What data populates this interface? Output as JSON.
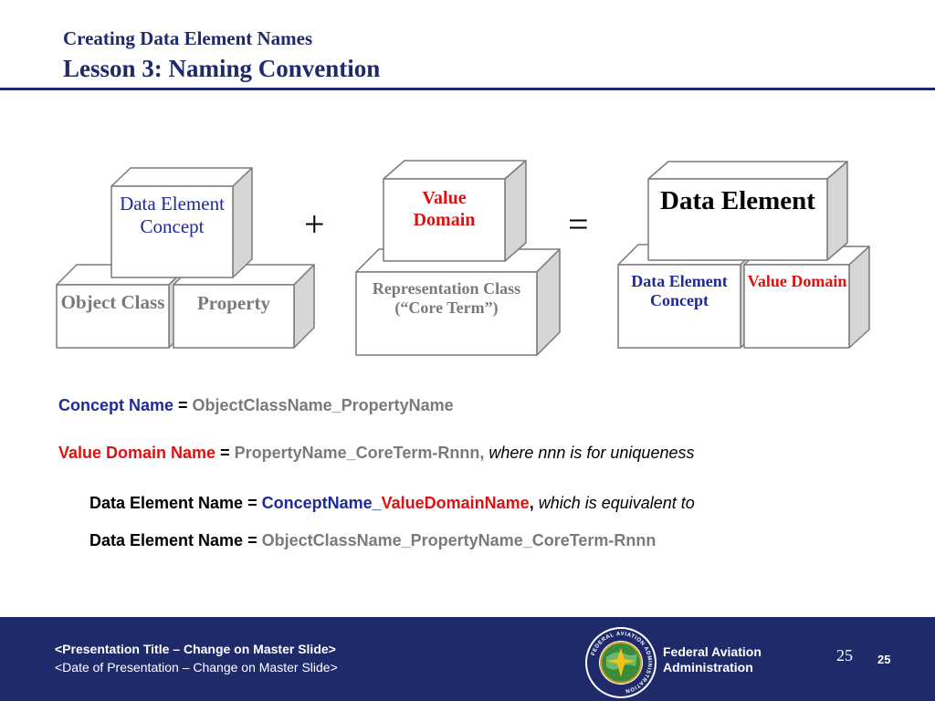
{
  "header": {
    "subtitle": "Creating Data Element Names",
    "title": "Lesson 3: Naming Convention"
  },
  "diagram": {
    "left_group": {
      "top": "Data Element Concept",
      "bottom_left": "Object Class",
      "bottom_right": "Property"
    },
    "plus": "+",
    "middle_group": {
      "top": "Value Domain",
      "bottom": "Representation Class (“Core Term”)"
    },
    "equals": "=",
    "right_group": {
      "top": "Data Element",
      "bottom_left": "Data Element Concept",
      "bottom_right": "Value Domain"
    }
  },
  "formulas": {
    "concept_label": "Concept Name",
    "concept_eq": " = ",
    "concept_value": "ObjectClassName_PropertyName",
    "vd_label": "Value Domain Name",
    "vd_eq": " = ",
    "vd_value": "PropertyName_CoreTerm-Rnnn,",
    "vd_note": " where nnn is for uniqueness",
    "de1_label": "Data Element Name = ",
    "de1_concept": "ConceptName_",
    "de1_vd": "ValueDomainName",
    "de1_comma": ",",
    "de1_note": " which is equivalent to",
    "de2_label": "Data Element Name = ",
    "de2_value": "ObjectClassName_PropertyName_CoreTerm-Rnnn"
  },
  "footer": {
    "presentation_title": "<Presentation Title – Change on Master Slide>",
    "presentation_date": "<Date of Presentation – Change on Master Slide>",
    "faa_line1": "Federal Aviation",
    "faa_line2": "Administration",
    "seal_text": "FEDERAL AVIATION ADMINISTRATION",
    "page_number_serif": "25",
    "page_number_bold": "25"
  },
  "colors": {
    "navy": "#1f2a6b",
    "blue_text": "#1f2a9a",
    "red_text": "#e01010",
    "grey_text": "#7a7a7a",
    "box_side": "#d6d6d6"
  }
}
